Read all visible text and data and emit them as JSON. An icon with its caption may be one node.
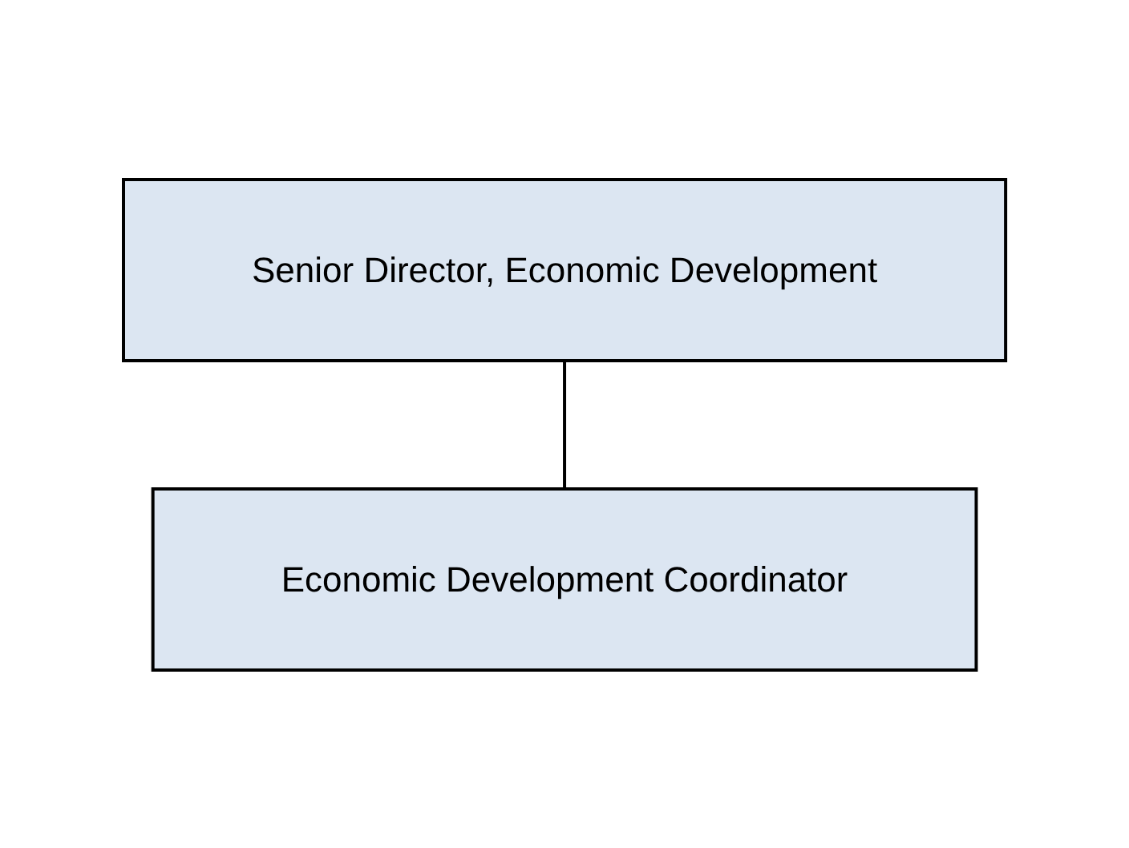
{
  "diagram": {
    "nodes": [
      {
        "text": [
          "Senior Director, Economic Development"
        ]
      },
      {
        "text": [
          "Economic Development Coordinator"
        ]
      }
    ],
    "edges": [
      {
        "from": 0,
        "to": 1,
        "arrow": "none"
      }
    ]
  }
}
